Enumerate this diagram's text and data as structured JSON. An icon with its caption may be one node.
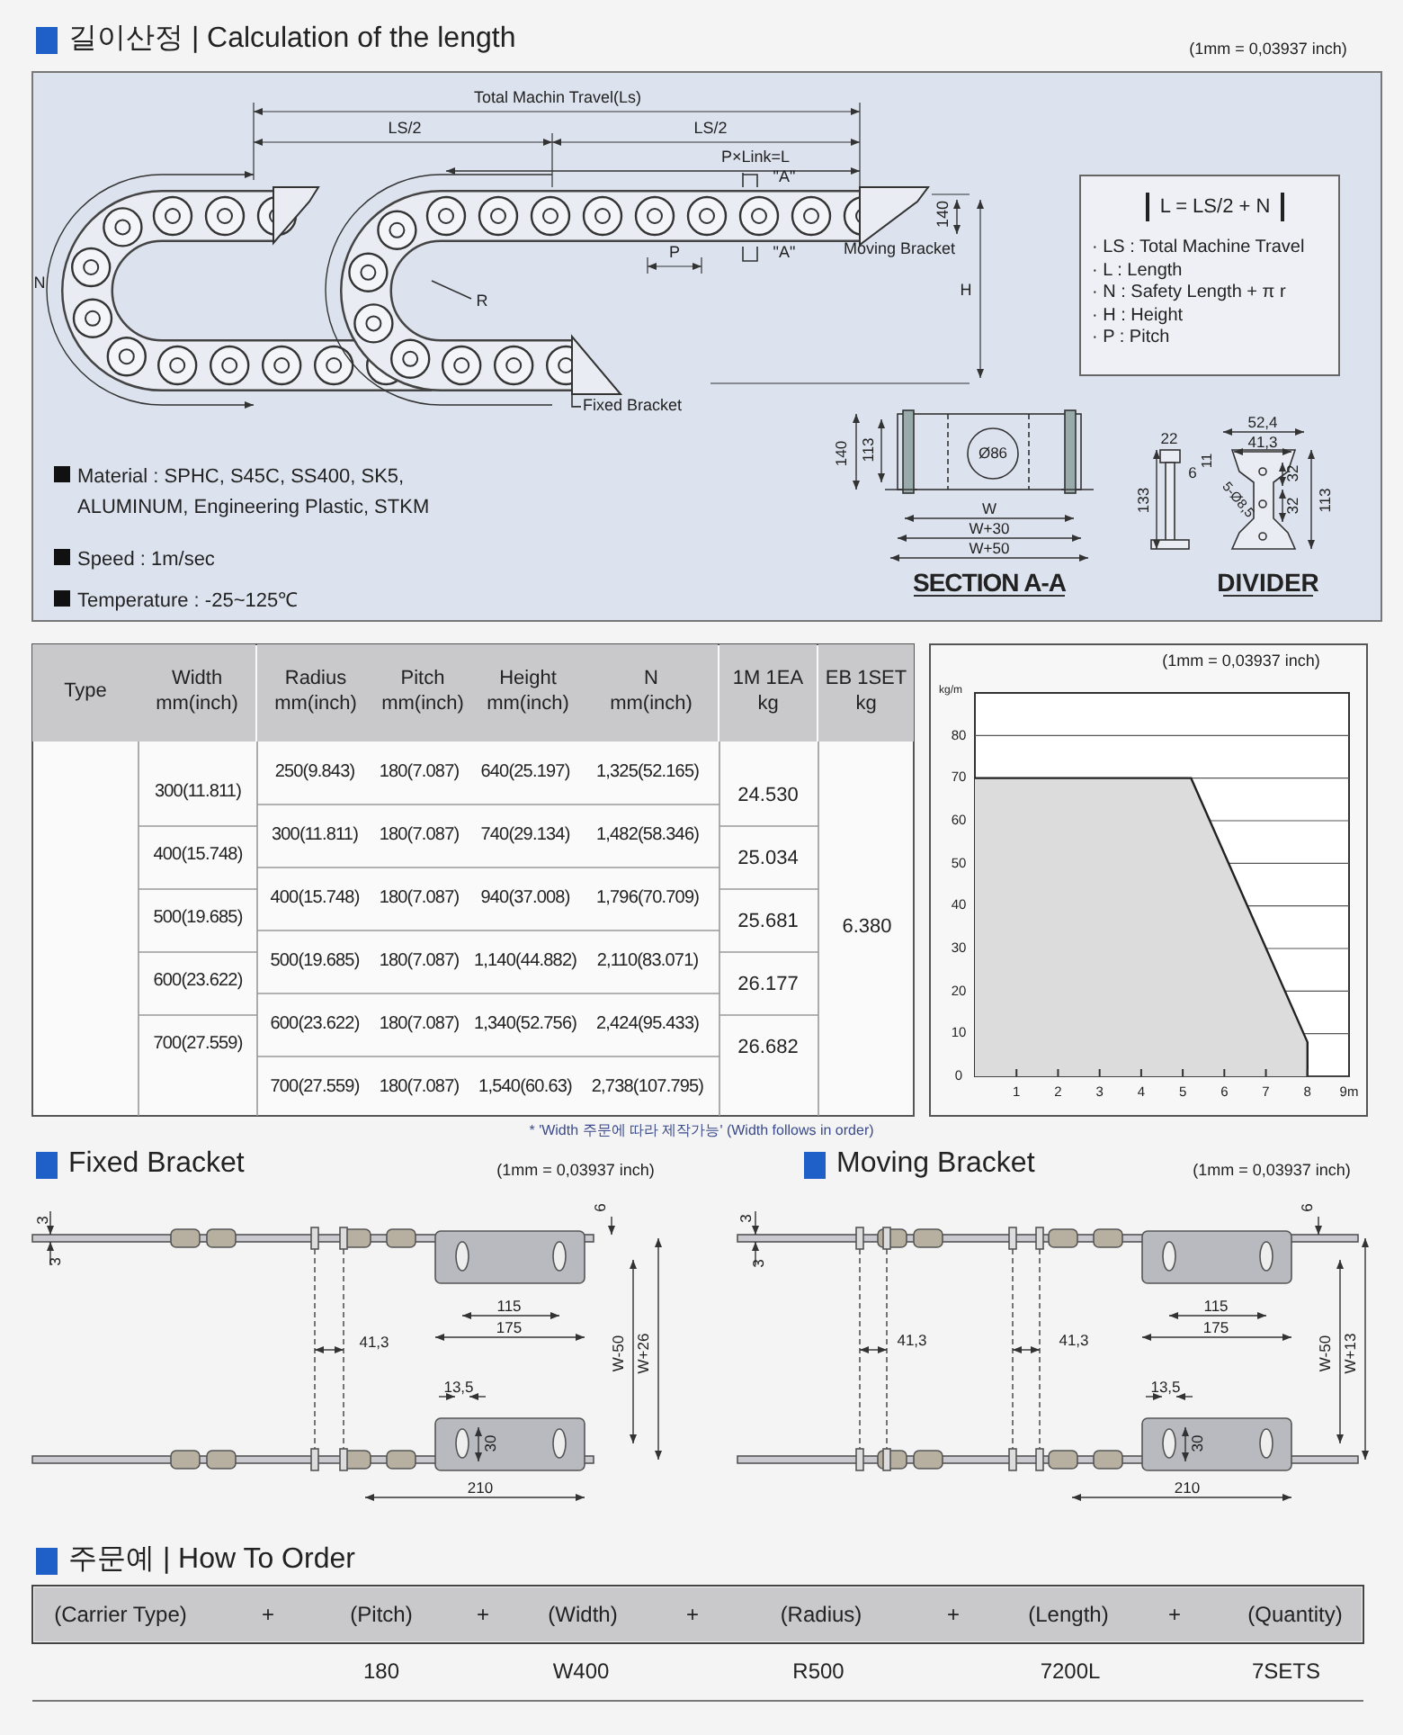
{
  "diagram": {
    "title": "길이산정 | Calculation of the length",
    "nodes": [
      {
        "text": [
          "L = LS/2 + N",
          "· LS : Total Machine Travel",
          "· L : Length",
          "· N : Safety Length + π r",
          "· H : Height",
          "· P : Pitch"
        ]
      },
      {
        "text": [
          "Fixed Bracket"
        ]
      },
      {
        "text": [],
        "shape": "triangle"
      }
    ],
    "edges": [
      {
        "from": 1,
        "to": 2,
        "arrow": "none"
      }
    ],
    "labels": [
      "(1mm = 0,03937 inch)",
      "Total Machin Travel(Ls)",
      "LS/2",
      "LS/2",
      "P×Link=L",
      "\"A\"",
      "140",
      "P",
      "\"A\"",
      "Moving Bracket",
      "N",
      "H",
      "R",
      "Material : SPHC, S45C, SS400, SK5, ALUMINUM, Engineering Plastic, STKM",
      "Speed : 1m/sec",
      "Temperature : -25~125℃",
      "140",
      "113",
      "Ø86",
      "W",
      "W+30",
      "W+50",
      "SECTION A-A",
      "52,4",
      "22",
      "41,3",
      "11",
      "6",
      "32",
      "5-Ø8,5",
      "133",
      "113",
      "32",
      "DIVIDER",
      "Type",
      "Width mm(inch)",
      "Radius mm(inch)",
      "Pitch mm(inch)",
      "Height mm(inch)",
      "N mm(inch)",
      "1M 1EA kg",
      "EB 1SET kg",
      "300(11.811)",
      "400(15.748)",
      "500(19.685)",
      "600(23.622)",
      "700(27.559)",
      "250(9.843)",
      "180(7.087)",
      "640(25.197)",
      "1,325(52.165)",
      "300(11.811)",
      "180(7.087)",
      "740(29.134)",
      "1,482(58.346)",
      "400(15.748)",
      "180(7.087)",
      "940(37.008)",
      "1,796(70.709)",
      "500(19.685)",
      "180(7.087)",
      "1,140(44.882)",
      "2,110(83.071)",
      "600(23.622)",
      "180(7.087)",
      "1,340(52.756)",
      "2,424(95.433)",
      "700(27.559)",
      "180(7.087)",
      "1,540(60.63)",
      "2,738(107.795)",
      "24.530",
      "25.034",
      "25.681",
      "26.177",
      "26.682",
      "6.380",
      "* 'Width 주문에 따라 제작가능' (Width follows in order)",
      "(1mm = 0,03937 inch)",
      "Fixed Bracket",
      "(1mm = 0,03937 inch)",
      "6",
      "3",
      "3",
      "115",
      "175",
      "41,3",
      "W-50",
      "W+26",
      "13,5",
      "30",
      "210",
      "Moving Bracket",
      "(1mm = 0,03937 inch)",
      "6",
      "3",
      "3",
      "115",
      "175",
      "41,3",
      "41,3",
      "W-50",
      "W+13",
      "13,5",
      "30",
      "210",
      "주문예 | How To Order",
      "(Carrier Type)",
      "+",
      "(Pitch)",
      "+",
      "(Width)",
      "+",
      "(Radius)",
      "+",
      "(Length)",
      "+",
      "(Quantity)",
      "180",
      "W400",
      "R500",
      "7200L",
      "7SETS"
    ],
    "chart_data": {
      "type": "area",
      "ylabel": "kg/m",
      "x": [
        0,
        5.2,
        8
      ],
      "series": [
        {
          "color": "#dcdcdc",
          "values": [
            70,
            70,
            8
          ]
        }
      ],
      "xlim": [
        0,
        9
      ],
      "ylim": [
        0,
        90
      ],
      "grid": true,
      "xticks": [
        1,
        2,
        3,
        4,
        5,
        6,
        7,
        8,
        {
          "value": 9,
          "label": "9m"
        }
      ],
      "yticks": [
        0,
        10,
        20,
        30,
        40,
        50,
        60,
        70,
        80
      ]
    }
  }
}
